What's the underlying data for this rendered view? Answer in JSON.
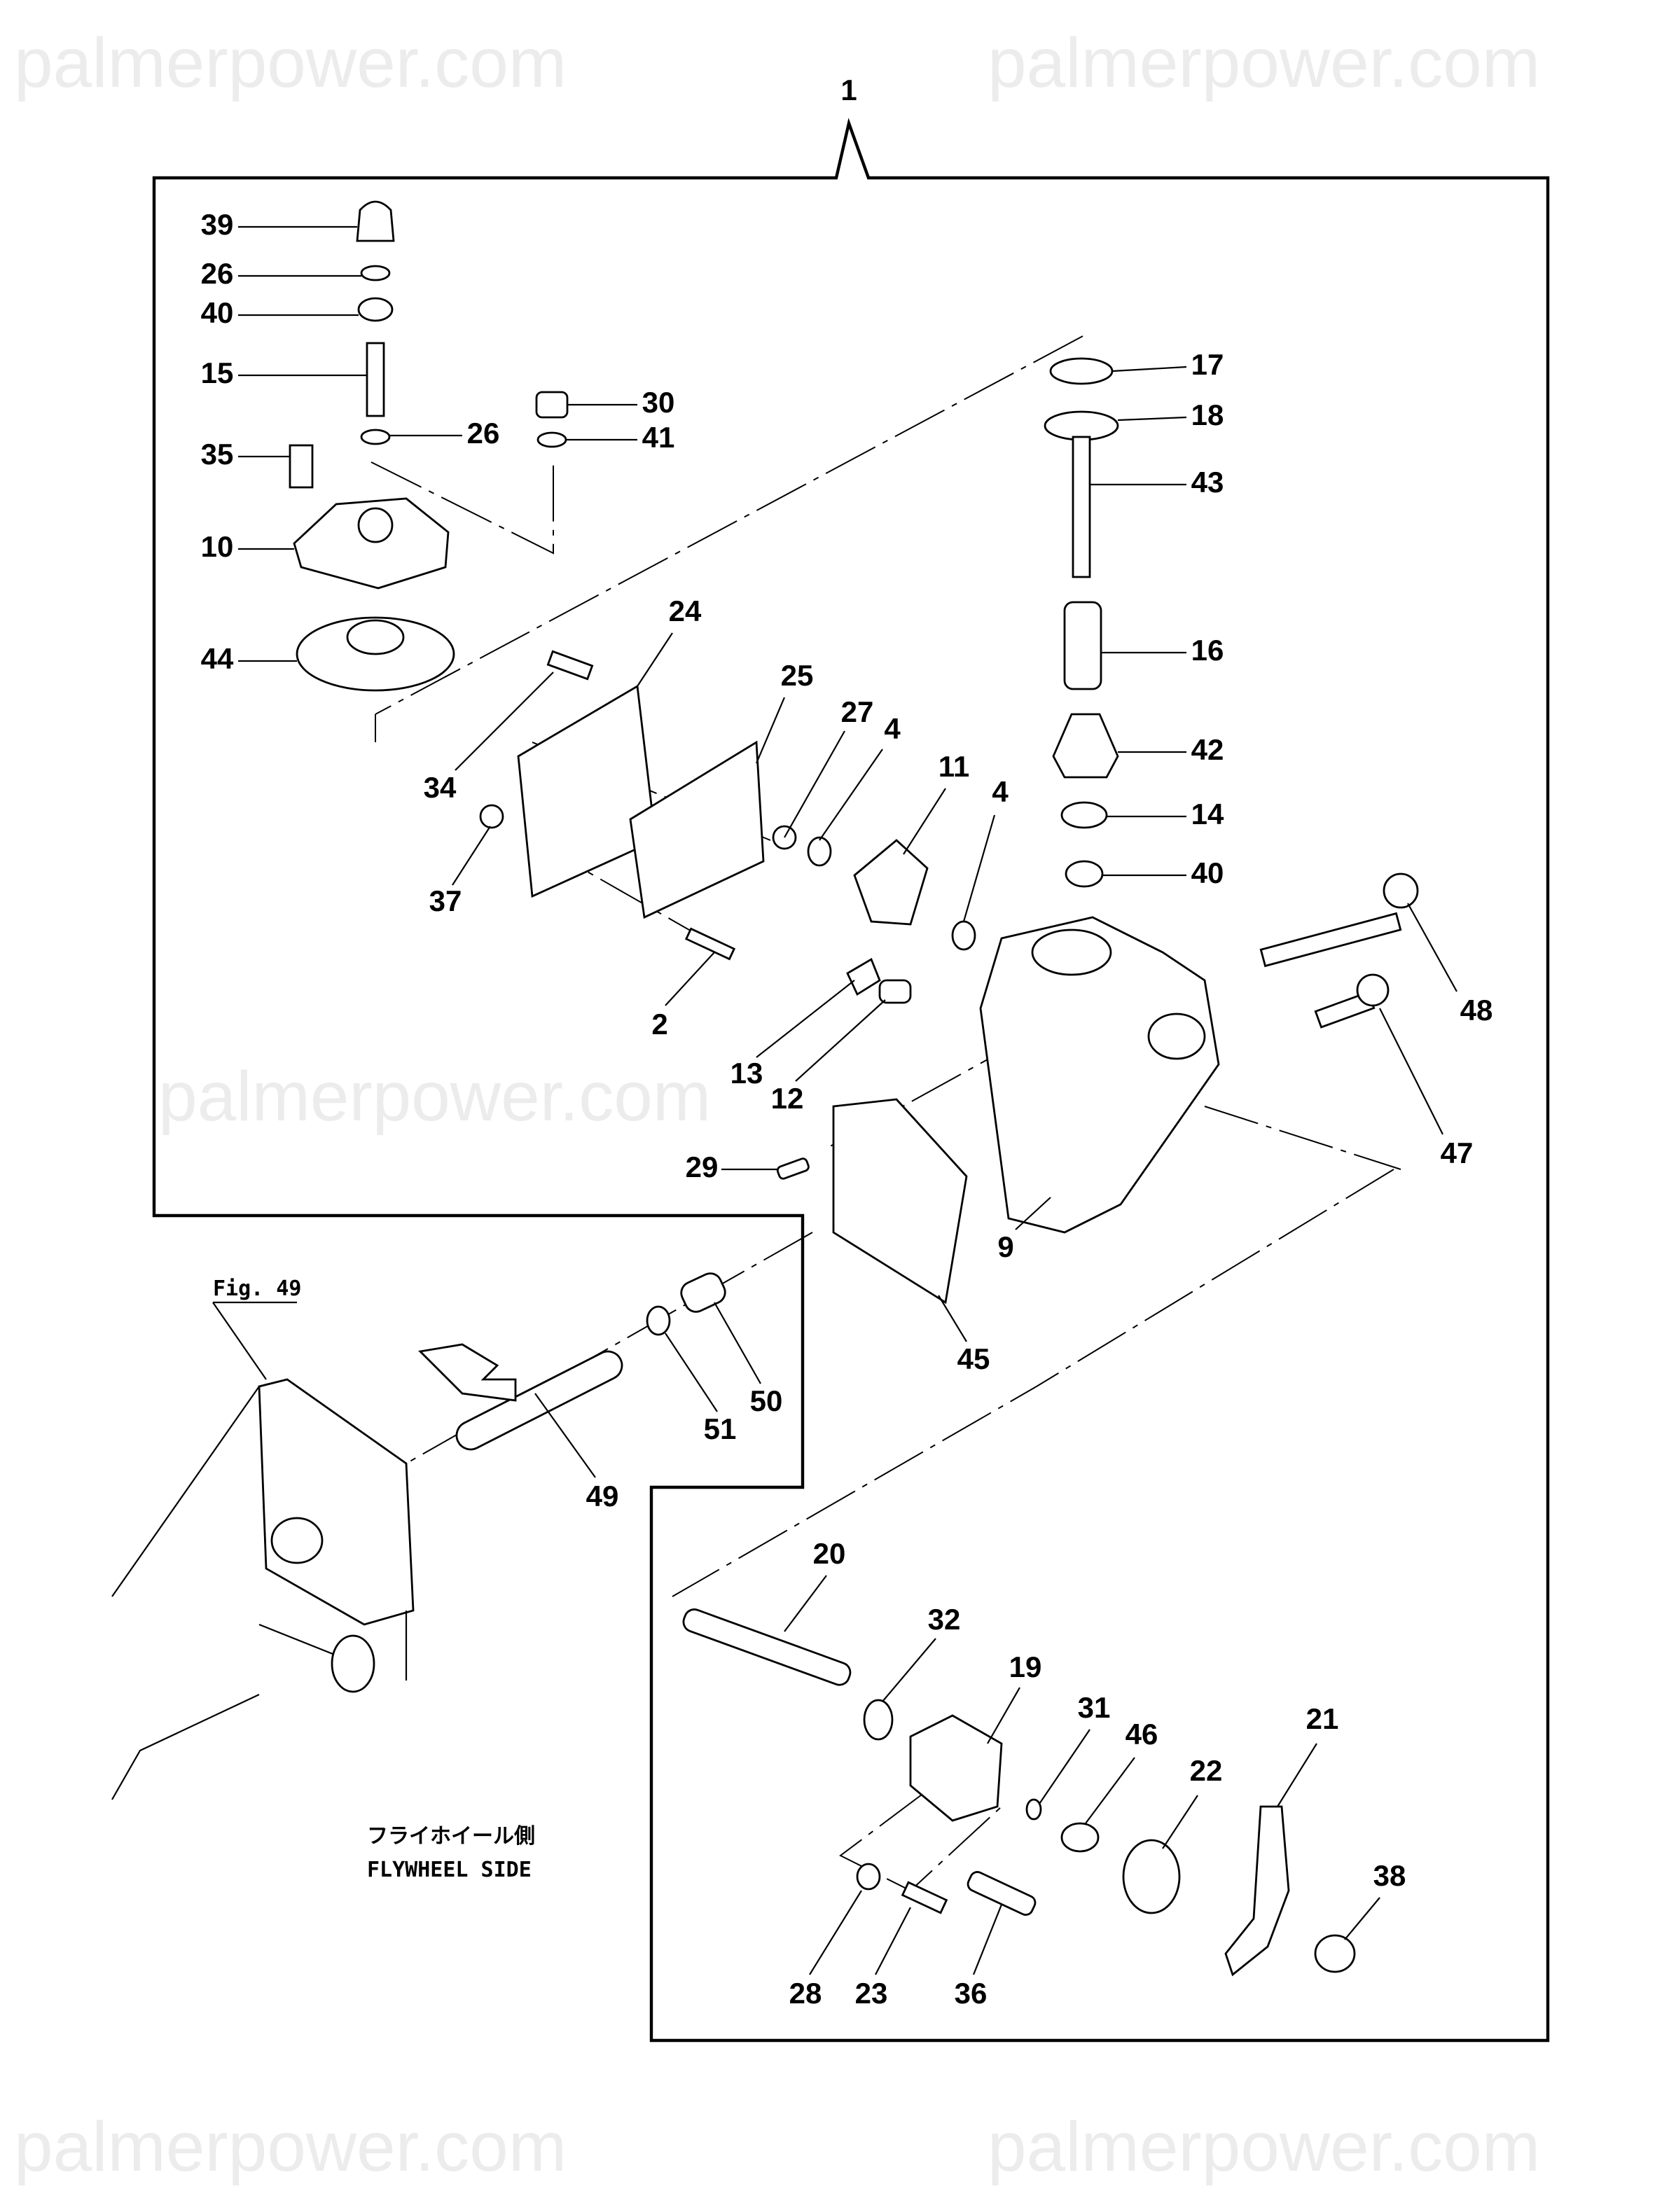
{
  "watermark": "palmerpower.com",
  "assembly_label": "1",
  "callouts": [
    "39",
    "26",
    "40",
    "15",
    "35",
    "10",
    "44",
    "26",
    "30",
    "41",
    "17",
    "18",
    "43",
    "16",
    "42",
    "14",
    "40",
    "24",
    "25",
    "27",
    "4",
    "11",
    "4",
    "34",
    "37",
    "2",
    "13",
    "12",
    "48",
    "47",
    "29",
    "9",
    "45",
    "51",
    "50",
    "49",
    "20",
    "32",
    "19",
    "31",
    "46",
    "22",
    "21",
    "38",
    "28",
    "23",
    "36"
  ],
  "figure_ref": "Fig. 49",
  "direction_note": {
    "japanese": "フライホイール側",
    "english": "FLYWHEEL SIDE"
  }
}
